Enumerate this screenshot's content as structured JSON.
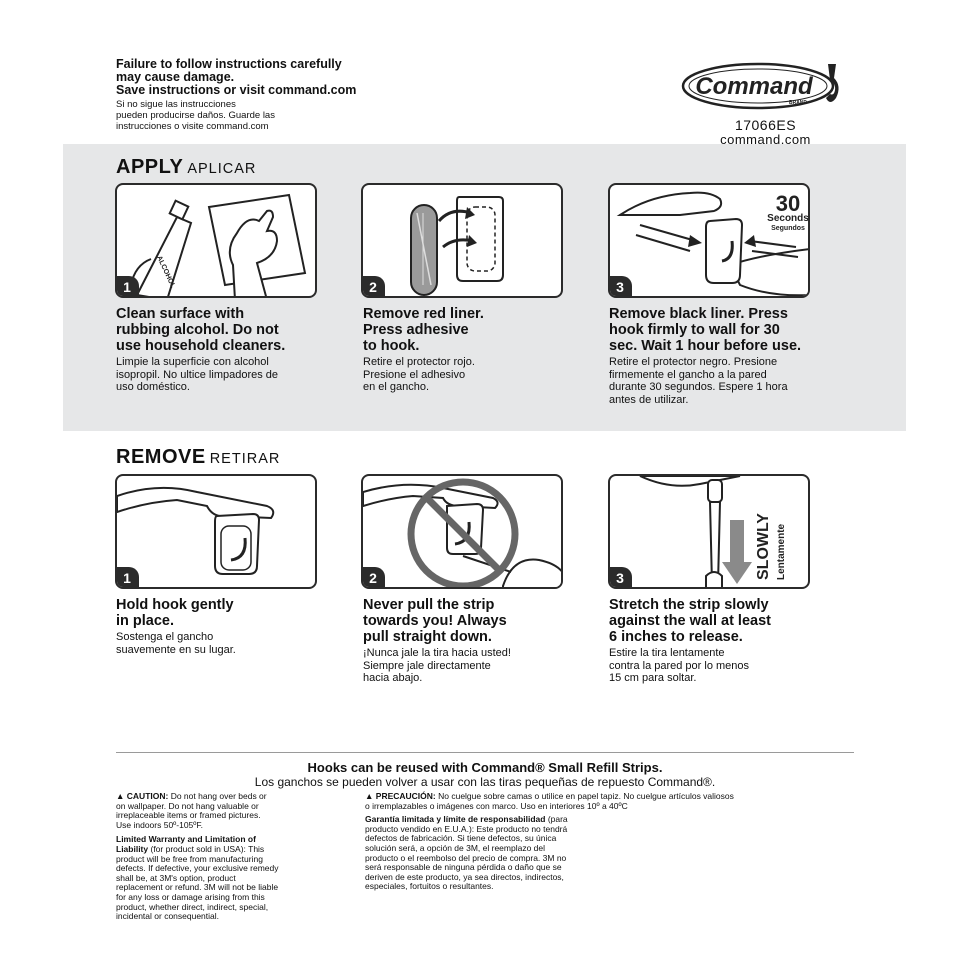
{
  "warning": {
    "en_lines": [
      "Failure to follow instructions carefully",
      "may cause damage.",
      "Save instructions or visit command.com"
    ],
    "es_lines": [
      "Si no sigue las instrucciones",
      "pueden producirse daños. Guarde las",
      "instrucciones o visite command.com"
    ]
  },
  "brand": {
    "logo_text": "Command",
    "logo_sub": "BRAND",
    "product_code": "17066ES",
    "url": "command.com"
  },
  "apply": {
    "title": "APPLY",
    "subtitle": "APLICAR",
    "steps": [
      {
        "number": "1",
        "en_lines": [
          "Clean surface with",
          "rubbing alcohol. Do not",
          "use household cleaners."
        ],
        "es_lines": [
          "Limpie la superficie con alcohol",
          "isopropil. No ultice limpadores de",
          "uso doméstico."
        ],
        "bottle_label": "ALCOHOL"
      },
      {
        "number": "2",
        "en_lines": [
          "Remove red liner.",
          "Press adhesive",
          "to hook."
        ],
        "es_lines": [
          "Retire el protector rojo.",
          "Presione el adhesivo",
          "en el gancho."
        ]
      },
      {
        "number": "3",
        "en_lines": [
          "Remove black liner. Press",
          "hook firmly to wall for 30",
          "sec. Wait 1 hour before use."
        ],
        "es_lines": [
          "Retire el protector negro. Presione",
          "firmemente el gancho a la pared",
          "durante 30 segundos. Espere 1 hora",
          "antes de utilizar."
        ],
        "timer_value": "30",
        "timer_unit": "Seconds",
        "timer_unit_es": "Segundos"
      }
    ]
  },
  "remove": {
    "title": "REMOVE",
    "subtitle": "RETIRAR",
    "steps": [
      {
        "number": "1",
        "en_lines": [
          "Hold hook gently",
          "in place."
        ],
        "es_lines": [
          "Sostenga el gancho",
          "suavemente en su lugar."
        ]
      },
      {
        "number": "2",
        "en_lines": [
          "Never pull the strip",
          "towards you! Always",
          "pull straight down."
        ],
        "es_lines": [
          "¡Nunca jale la tira hacia usted!",
          "Siempre jale directamente",
          "hacia abajo."
        ]
      },
      {
        "number": "3",
        "en_lines": [
          "Stretch the strip slowly",
          "against the wall at least",
          "6 inches to release."
        ],
        "es_lines": [
          "Estire la tira lentamente",
          "contra la pared por lo menos",
          "15 cm para soltar."
        ],
        "slowly_label": "SLOWLY",
        "slowly_label_es": "Lentamente"
      }
    ]
  },
  "reuse": {
    "en": "Hooks can be reused with Command® Small Refill Strips.",
    "es": "Los ganchos se pueden volver a usar con las tiras pequeñas de repuesto Command®."
  },
  "fine_print": {
    "caution_head": "▲ CAUTION:",
    "caution_lines": [
      " Do not hang over beds or",
      "on wallpaper. Do not hang valuable or",
      "irreplaceable items or framed pictures.",
      "Use indoors 50º-105ºF."
    ],
    "warranty_head_lines": [
      "Limited Warranty and Limitation of",
      "Liability"
    ],
    "warranty_lines": [
      " (for product sold in USA): This",
      "product will be free from manufacturing",
      "defects. If defective, your exclusive remedy",
      "shall be, at 3M's option, product",
      "replacement or refund. 3M will not be liable",
      "for any loss or damage arising from this",
      "product, whether direct, indirect, special,",
      "incidental or consequential."
    ],
    "precaucion_head": "▲ PRECAUCIÓN:",
    "precaucion_lines": [
      " No cuelgue sobre camas o utilice en papel tapiz. No cuelgue artículos valiosos",
      "o irremplazables o imágenes con marco. Uso en interiores 10º a 40ºC"
    ],
    "garantia_head": "Garantía limitada y límite de responsabilidad",
    "garantia_lines": [
      " (para",
      "producto vendido en E.U.A.): Este producto no tendrá",
      "defectos de fabricación. Si tiene defectos, su única",
      "solución será, a opción de 3M, el reemplazo del",
      "producto o el reembolso del precio de compra. 3M no",
      "será responsable de ninguna pérdida o daño que se",
      "deriven de este producto, ya sea directos, indirectos,",
      "especiales, fortuitos o resultantes."
    ]
  }
}
